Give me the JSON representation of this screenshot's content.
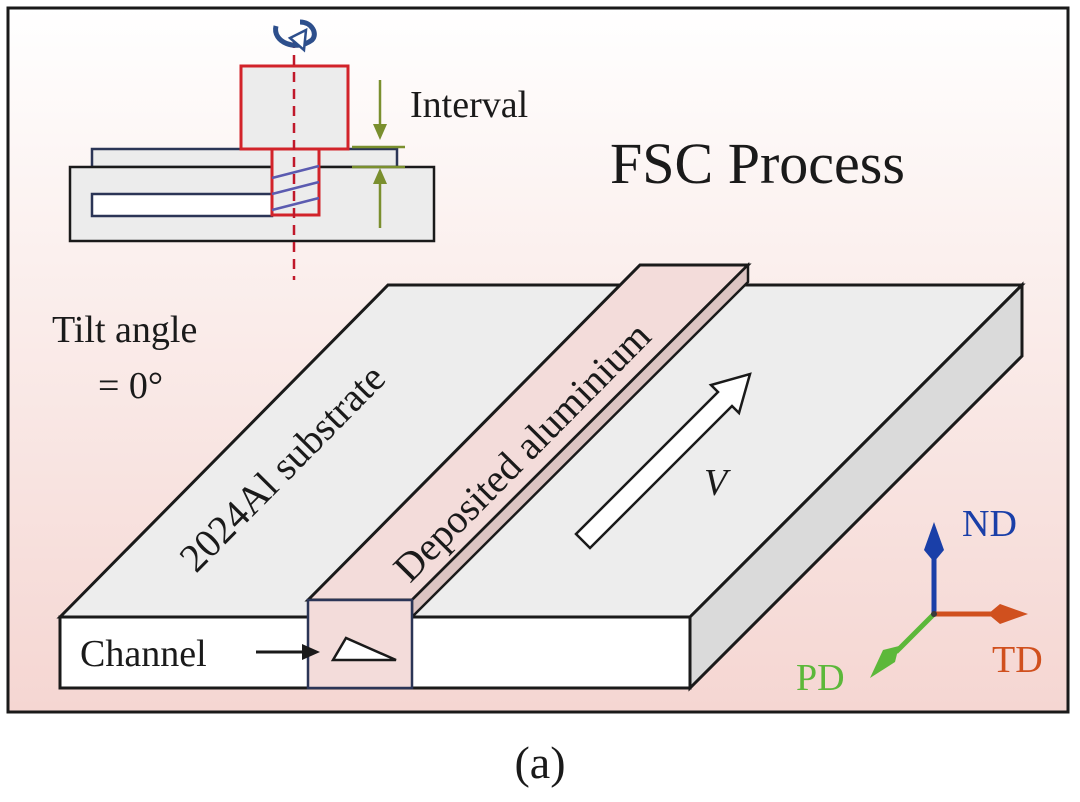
{
  "title": "FSC Process",
  "interval_label": "Interval",
  "tilt_angle": {
    "line1": "Tilt angle",
    "line2": "= 0°"
  },
  "substrate_label": "2024Al substrate",
  "deposit_label": "Deposited aluminium",
  "channel_label": "Channel",
  "velocity_label": "V",
  "axes": {
    "nd": {
      "label": "ND",
      "color": "#1a3fa8"
    },
    "td": {
      "label": "TD",
      "color": "#d0501e"
    },
    "pd": {
      "label": "PD",
      "color": "#5cb83a"
    }
  },
  "caption": "(a)",
  "colors": {
    "background_top": "#ffffff",
    "background_bottom": "#f6d9d6",
    "tool": "#d2232a",
    "tool_axis": "#c0182a",
    "interval_marker": "#7a8f2e",
    "deposit": "#f3dcda",
    "plate": "#ececec"
  }
}
